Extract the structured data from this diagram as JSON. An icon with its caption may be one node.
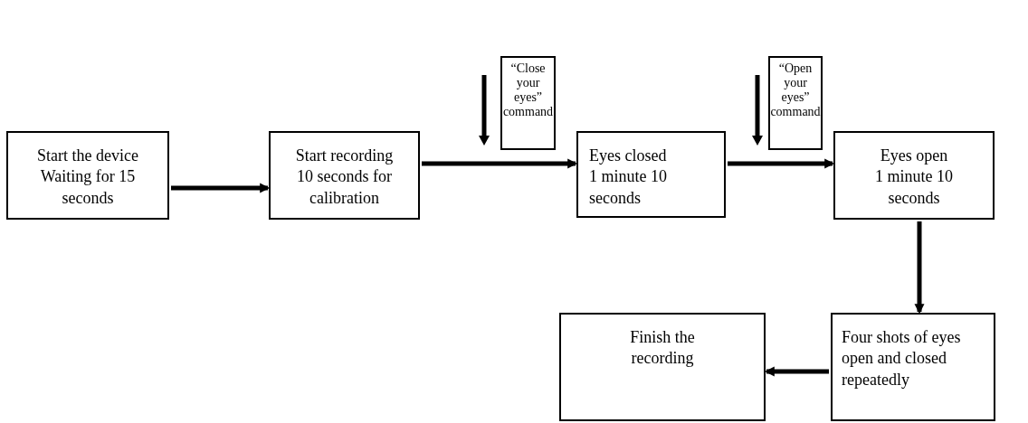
{
  "diagram": {
    "nodes": [
      {
        "text": [
          "Start the device",
          "Waiting for 15 seconds"
        ]
      },
      {
        "text": [
          "Start recording",
          "10 seconds for calibration"
        ]
      },
      {
        "text": [
          "“Close your eyes” command"
        ]
      },
      {
        "text": [
          "Eyes closed",
          "1 minute 10 seconds"
        ]
      },
      {
        "text": [
          "“Open your eyes” command"
        ]
      },
      {
        "text": [
          "Eyes open",
          "1 minute 10 seconds"
        ]
      },
      {
        "text": [
          "Four shots of eyes open and closed repeatedly"
        ]
      },
      {
        "text": [
          "Finish the recording"
        ]
      }
    ],
    "edges": [
      {
        "from": 0,
        "to": 1,
        "arrow": "to"
      },
      {
        "from": 1,
        "to": 3,
        "arrow": "to"
      },
      {
        "from": 3,
        "to": 5,
        "arrow": "to"
      },
      {
        "from": 5,
        "to": 6,
        "arrow": "to"
      },
      {
        "from": 6,
        "to": 7,
        "arrow": "to"
      }
    ]
  }
}
